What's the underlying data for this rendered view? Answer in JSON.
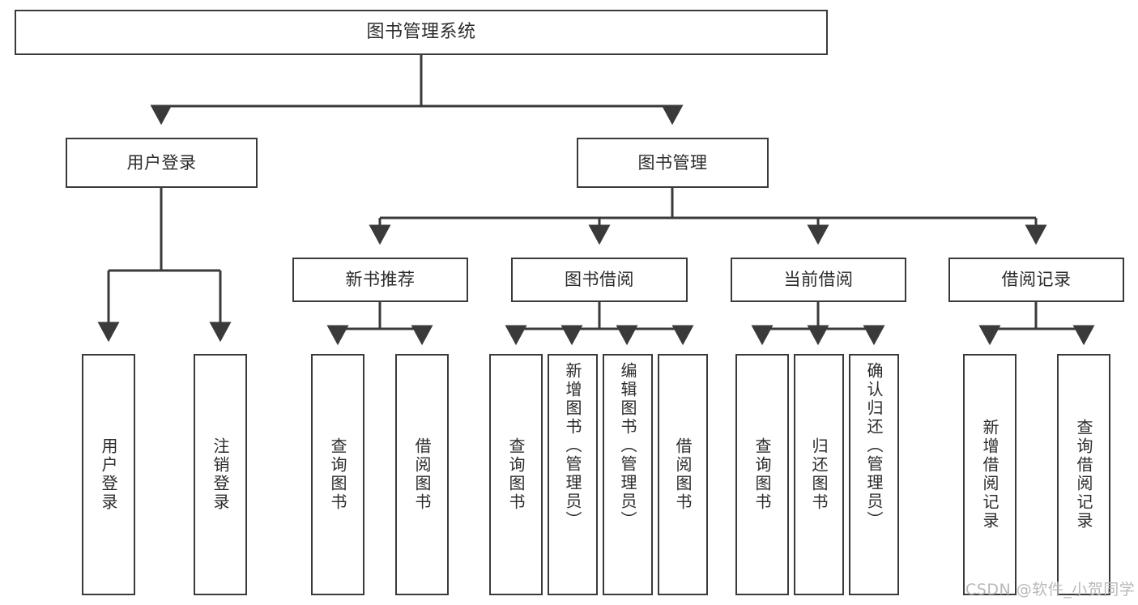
{
  "diagram": {
    "title": "图书管理系统",
    "type": "tree",
    "root": {
      "id": "root",
      "label": "图书管理系统"
    },
    "level2": [
      {
        "id": "user-login",
        "label": "用户登录"
      },
      {
        "id": "book-manage",
        "label": "图书管理"
      }
    ],
    "level3": [
      {
        "id": "new-book-recommend",
        "label": "新书推荐",
        "parent": "book-manage"
      },
      {
        "id": "book-borrow",
        "label": "图书借阅",
        "parent": "book-manage"
      },
      {
        "id": "current-borrow",
        "label": "当前借阅",
        "parent": "book-manage"
      },
      {
        "id": "borrow-record",
        "label": "借阅记录",
        "parent": "book-manage"
      }
    ],
    "leaves": [
      {
        "id": "leaf-user-login",
        "label": "用户登录",
        "parent": "user-login"
      },
      {
        "id": "leaf-logout",
        "label": "注销登录",
        "parent": "user-login"
      },
      {
        "id": "leaf-query-book-1",
        "label": "查询图书",
        "parent": "new-book-recommend"
      },
      {
        "id": "leaf-borrow-book-1",
        "label": "借阅图书",
        "parent": "new-book-recommend"
      },
      {
        "id": "leaf-query-book-2",
        "label": "查询图书",
        "parent": "book-borrow"
      },
      {
        "id": "leaf-add-book",
        "label": "新增图书（管理员）",
        "parent": "book-borrow"
      },
      {
        "id": "leaf-edit-book",
        "label": "编辑图书（管理员）",
        "parent": "book-borrow"
      },
      {
        "id": "leaf-borrow-book-2",
        "label": "借阅图书",
        "parent": "book-borrow"
      },
      {
        "id": "leaf-query-book-3",
        "label": "查询图书",
        "parent": "current-borrow"
      },
      {
        "id": "leaf-return-book",
        "label": "归还图书",
        "parent": "current-borrow"
      },
      {
        "id": "leaf-confirm-return",
        "label": "确认归还（管理员）",
        "parent": "current-borrow"
      },
      {
        "id": "leaf-add-record",
        "label": "新增借阅记录",
        "parent": "borrow-record"
      },
      {
        "id": "leaf-query-record",
        "label": "查询借阅记录",
        "parent": "borrow-record"
      }
    ],
    "watermark": "CSDN @软件_小贺同学",
    "colors": {
      "stroke": "#3a3a3a",
      "fill": "#ffffff",
      "text": "#2b2b2b",
      "watermark": "#b9b9b9"
    }
  }
}
